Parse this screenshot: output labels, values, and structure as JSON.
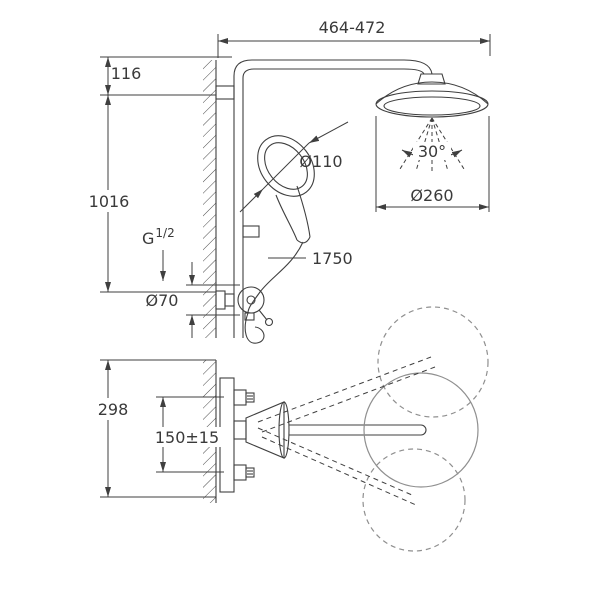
{
  "page": {
    "background": "#ffffff"
  },
  "drawing": {
    "subject": "shower-system-dimensional-drawing",
    "views": [
      "front-elevation-with-riser",
      "side-view-swivel-range"
    ],
    "dimensions": {
      "projection_range": "464-472",
      "wall_bracket_offset": "116",
      "riser_height": "1016",
      "thread_g": "G",
      "thread_size": "1/2",
      "escutcheon_diameter": "Ø70",
      "hand_shower_diameter": "Ø110",
      "spray_angle": "30°",
      "head_shower_diameter": "Ø260",
      "hose_length": "1750",
      "trim_height": "298",
      "connection_spacing": "150±15"
    },
    "colors": {
      "line": "#3f3f3f",
      "light_line": "#8f8f8f",
      "background": "#ffffff"
    }
  }
}
